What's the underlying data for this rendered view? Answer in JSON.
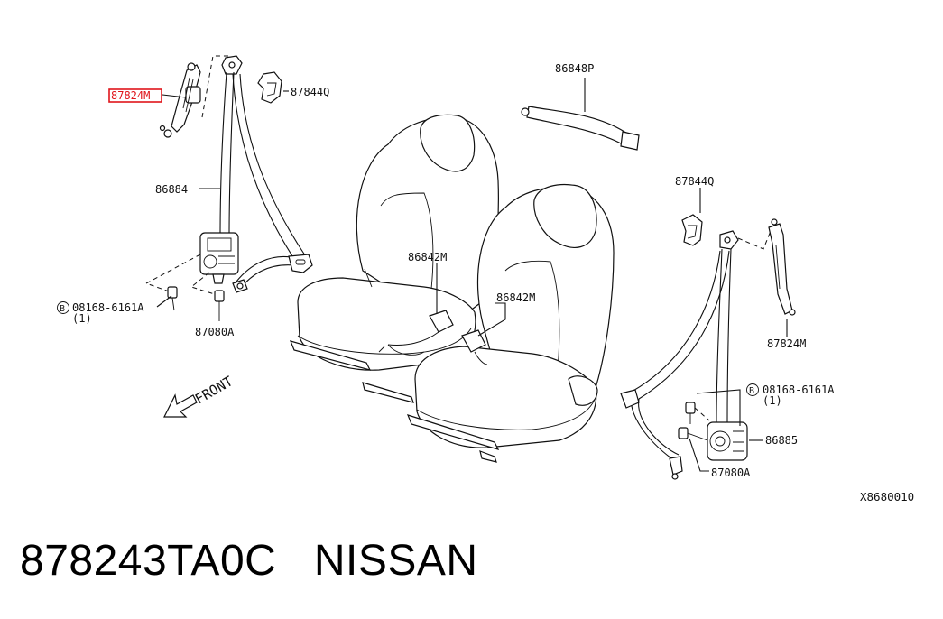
{
  "diagram": {
    "callouts": {
      "p87824m_left": "87824M",
      "p87844q_left": "87844Q",
      "p86848p": "86848P",
      "p86884": "86884",
      "p86842m_a": "86842M",
      "p86842m_b": "86842M",
      "bolt_left_code": "08168-6161A",
      "bolt_left_qty": "(1)",
      "p87080a_left": "87080A",
      "p87844q_right": "87844Q",
      "p87824m_right": "87824M",
      "bolt_right_code": "08168-6161A",
      "bolt_right_qty": "(1)",
      "p86885": "86885",
      "p87080a_right": "87080A",
      "bolt_marker": "B",
      "front": "FRONT"
    },
    "highlight_color": "#e0151b",
    "reference_code": "X8680010"
  },
  "caption": {
    "part_number": "878243TA0C",
    "brand": "NISSAN"
  }
}
